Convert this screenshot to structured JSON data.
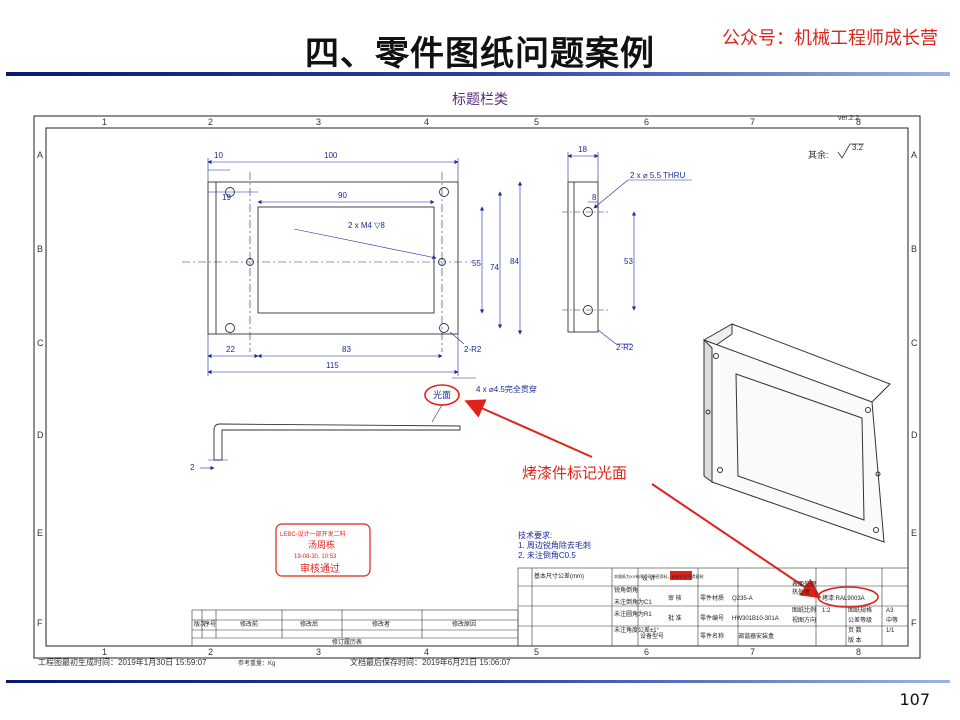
{
  "header": {
    "title": "四、零件图纸问题案例",
    "wechat": "公众号：机械工程师成长营",
    "subtitle": "标题栏类"
  },
  "footer": {
    "page_number": "107"
  },
  "drawing": {
    "frame_columns": [
      "1",
      "2",
      "3",
      "4",
      "5",
      "6",
      "7",
      "8"
    ],
    "frame_rows": [
      "A",
      "B",
      "C",
      "D",
      "E",
      "F"
    ],
    "version_mark": "ver.2.2",
    "other_label": "其余:",
    "roughness": "3.2",
    "dims_front": {
      "d10": "10",
      "d100": "100",
      "d19": "19",
      "d90": "90",
      "tap": "2 x M4 ▽8",
      "d55": "55",
      "d74": "74",
      "d84": "84",
      "d22": "22",
      "d83": "83",
      "d115": "115",
      "r2": "2-R2",
      "holes": "4 x ⌀4.5完全贯穿",
      "surface": "光面"
    },
    "dims_side": {
      "d18": "18",
      "d8": "8",
      "thru": "2 x ⌀ 5.5 THRU",
      "d53": "53",
      "r2": "2-R2"
    },
    "dims_bottom": {
      "d2": "2"
    },
    "annotation": "烤漆件标记光面",
    "stamp": {
      "line1": "LEBC-设计一部开发二科",
      "name": "汤周栋",
      "date": "19-08-30, 10:53",
      "status": "审核通过"
    },
    "tech_requirements": {
      "title": "技术要求:",
      "items": [
        "1. 周边锐角除去毛刺",
        "2. 未注倒角C0.5"
      ]
    },
    "title_block": {
      "design": "设 计",
      "review": "审 核",
      "approve": "批 准",
      "equipment": "设备型号",
      "material_label": "零件材质",
      "material": "Q235-A",
      "part_no_label": "零件编号",
      "part_no": "HW301B10-301A",
      "part_name_label": "零件名称",
      "part_name": "调谐器安装盒",
      "surface_label": "表面处理",
      "heat_label": "热处理",
      "surface_treatment": "烤漆:RAL9003A",
      "scale_label": "图纸比例",
      "scale": "1:2",
      "view_label": "视图方向",
      "size_label": "图纸规格",
      "size": "A3",
      "tol_label": "公差等级",
      "tol": "中等",
      "pages_label": "页 数",
      "pages": "1/1",
      "edition_label": "版 本",
      "std_tol": "基本尺寸公差(mm)",
      "notes_col": [
        "锐角倒角",
        "未注倒角为C1",
        "未注圆角为R1",
        "未注角度公差±1°"
      ],
      "rev_headers": [
        "版次",
        "序号",
        "修改前",
        "修改后",
        "修改者",
        "修改原因"
      ],
      "rev_record": "修订履历表",
      "company_note": "本图纸为XX有限公司机密资料，未经许可不得复制"
    },
    "footer_left": "工程图最初生成时间：2019年1月30日 15:59:07",
    "footer_weight": "参考重量：Kg",
    "footer_right": "文档最后保存时间：2019年6月21日 15:06:07"
  }
}
